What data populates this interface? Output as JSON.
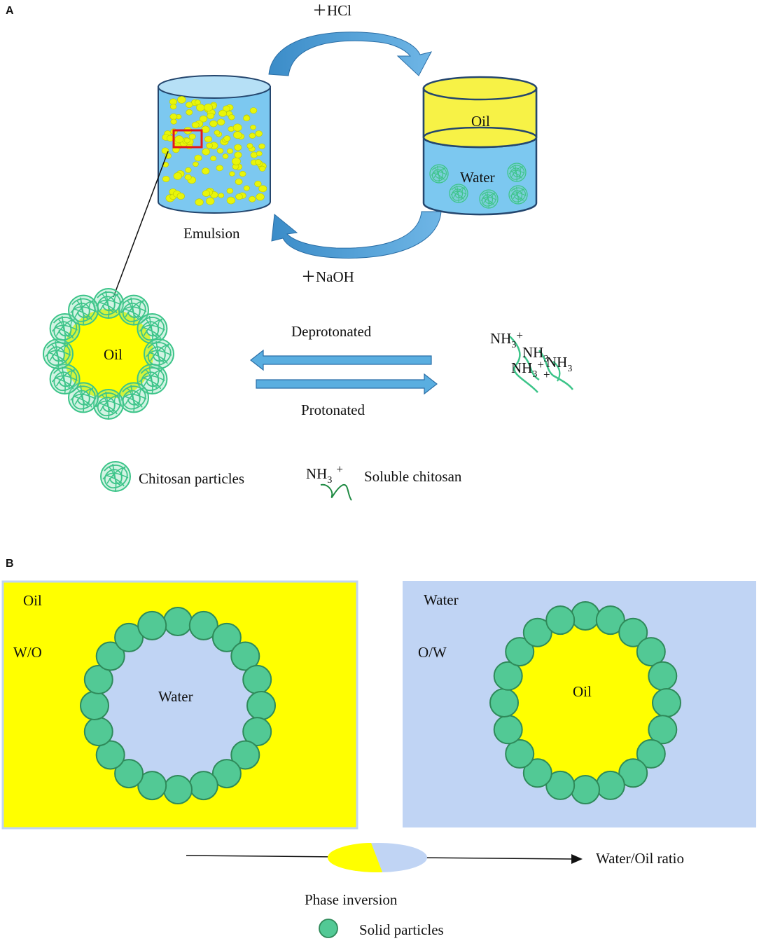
{
  "panel_a": {
    "label": "A",
    "reagent_top": "＋HCl",
    "reagent_bottom": "＋NaOH",
    "emulsion_label": "Emulsion",
    "oil_label": "Oil",
    "water_label": "Water",
    "droplet_oil_label": "Oil",
    "deprotonated_label": "Deprotonated",
    "protonated_label": "Protonated",
    "chains": {
      "nh3_main": "NH",
      "sub3": "3",
      "plus": "+"
    },
    "legend": {
      "chitosan_particles": "Chitosan particles",
      "nh3": "NH",
      "sub3": "3",
      "plus": "+",
      "soluble_chitosan": "Soluble chitosan"
    }
  },
  "panel_b": {
    "label": "B",
    "left_medium": "Oil",
    "left_type": "W/O",
    "left_core": "Water",
    "right_medium": "Water",
    "right_type": "O/W",
    "right_core": "Oil",
    "axis_label": "Water/Oil ratio",
    "phase_inversion": "Phase inversion",
    "legend_solid": "Solid particles"
  },
  "colors": {
    "oil_yellow": "#ffff00",
    "water_blue": "#c0d4f4",
    "particle_green": "#52c995",
    "particle_edge": "#2f8a5a",
    "arrow_blue": "#4f9ed6",
    "beaker_water": "#7cc8f0",
    "beaker_oil": "#f7f246",
    "beaker_edge": "#24466e",
    "droplet_yellow": "#e8f50a"
  }
}
